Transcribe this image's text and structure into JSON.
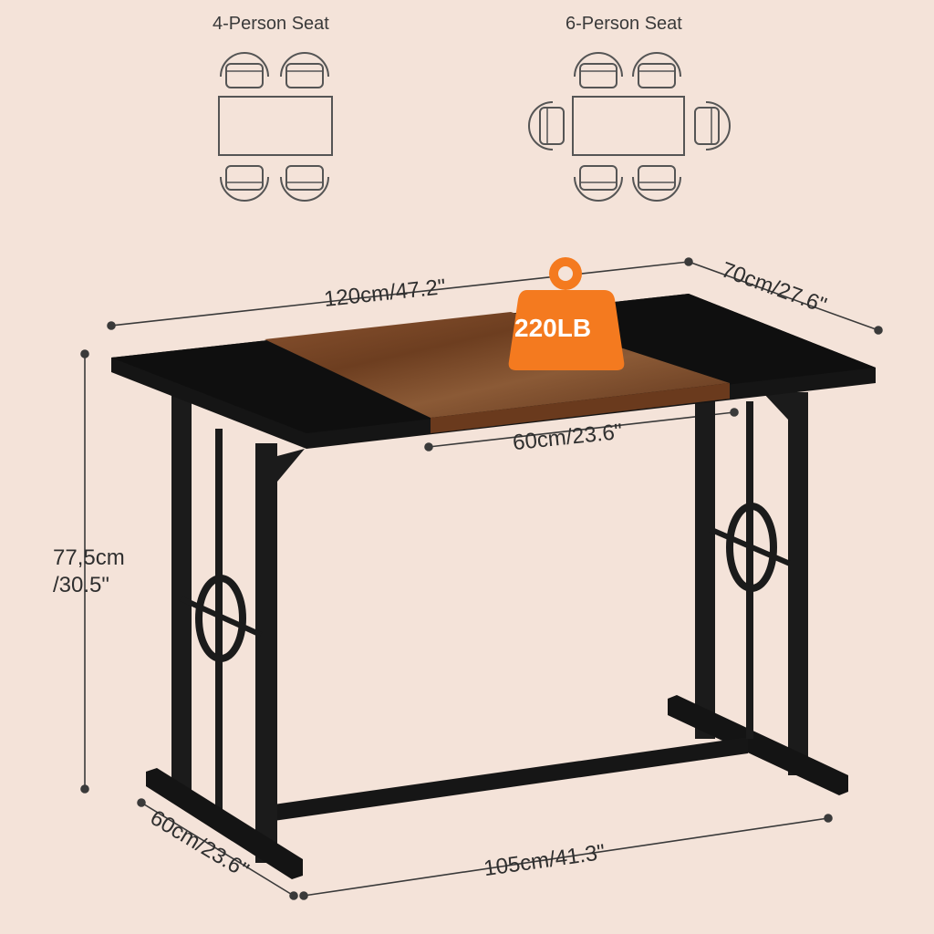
{
  "seating": {
    "four_person": {
      "title": "4-Person Seat"
    },
    "six_person": {
      "title": "6-Person Seat"
    }
  },
  "dimensions": {
    "length": "120cm/47.2\"",
    "depth_top": "70cm/27.6\"",
    "center_panel": "60cm/23.6\"",
    "height_line1": "77,5cm",
    "height_line2": "/30.5\"",
    "foot_depth": "60cm/23.6\"",
    "foot_length": "105cm/41.3\""
  },
  "badge": {
    "capacity": "220LB",
    "icon": "weight-icon",
    "color": "#f47a1f"
  },
  "colors": {
    "background": "#f4e3d9",
    "frame": "#1b1b1b",
    "wood": "#7a4725",
    "line": "#3a3a3a"
  }
}
